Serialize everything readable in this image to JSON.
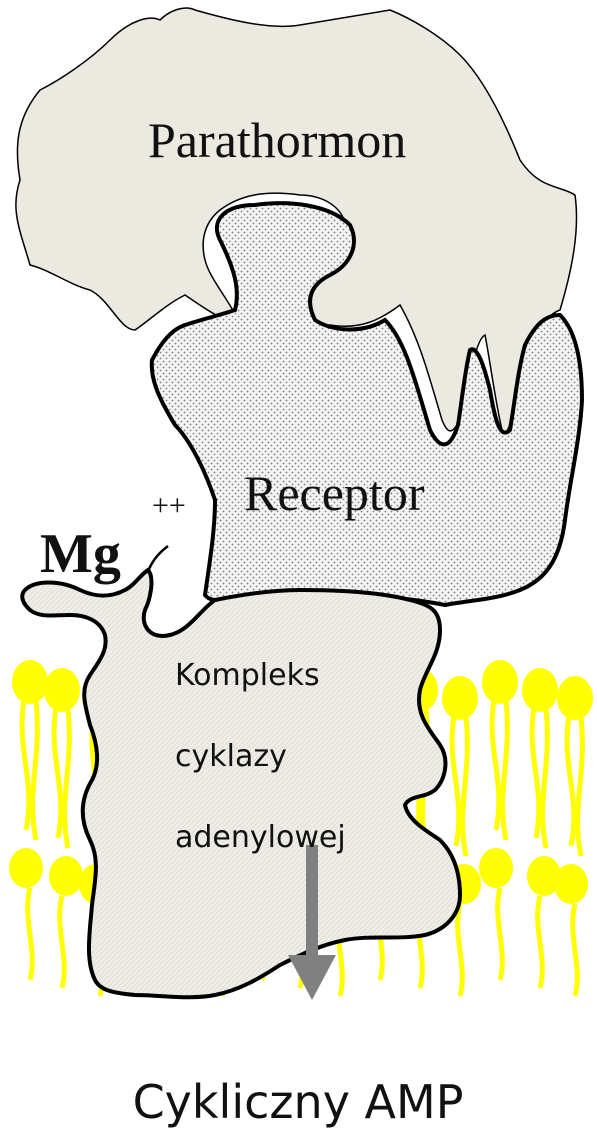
{
  "labels": {
    "hormone": "Parathormon",
    "receptor": "Receptor",
    "ion": "Mg",
    "ion_charge": "++",
    "complex_line1": "Kompleks",
    "complex_line2": "cyklazy",
    "complex_line3": "adenylowej",
    "product": "Cykliczny AMP"
  },
  "colors": {
    "hormone_fill": "#ece9e1",
    "receptor_fill": "#f2f2f2",
    "receptor_dots": "#8a8a8a",
    "complex_fill": "#eeece6",
    "membrane": "#ffff00",
    "arrow": "#808080",
    "outline": "#000000"
  }
}
